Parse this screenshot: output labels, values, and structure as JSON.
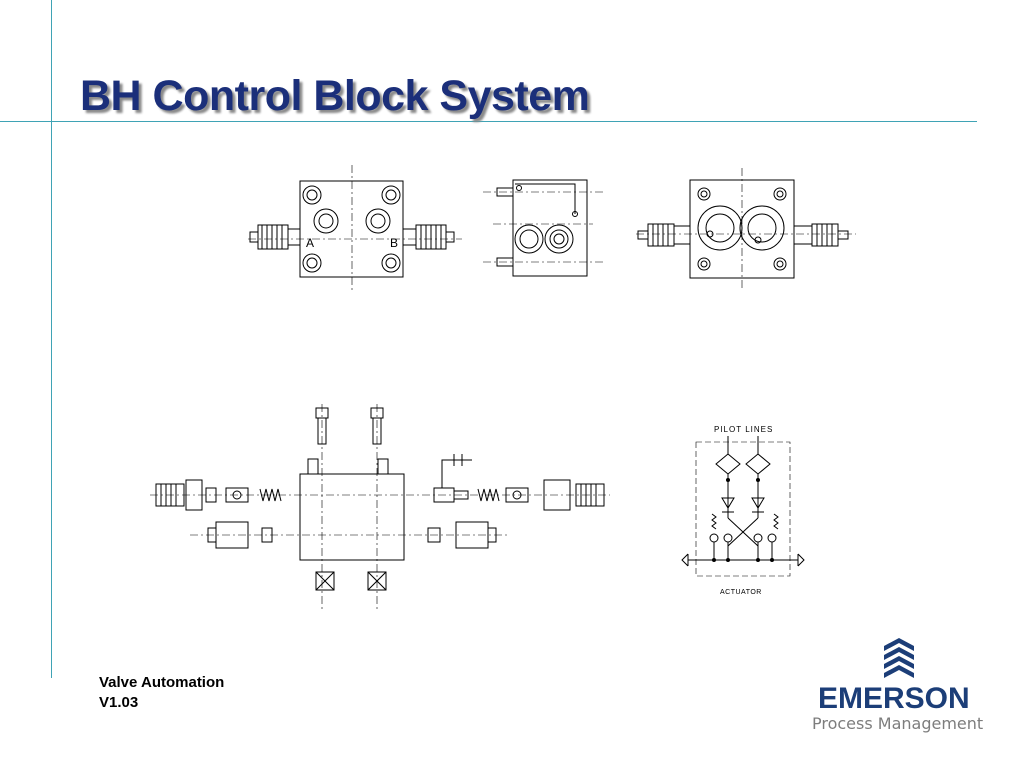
{
  "slide": {
    "title": "BH Control Block System"
  },
  "footer": {
    "line1": "Valve Automation",
    "line2": "V1.03"
  },
  "schematic": {
    "top_label": "PILOT LINES",
    "bottom_label": "ACTUATOR",
    "port_a": "A",
    "port_b": "B"
  },
  "logo": {
    "brand": "EMERSON",
    "tagline": "Process Management",
    "icon": "emerson-chevron-icon",
    "color": "#1c3e78"
  },
  "theme": {
    "title_color": "#1b2f7a",
    "rule_color": "#3fa3b5"
  }
}
